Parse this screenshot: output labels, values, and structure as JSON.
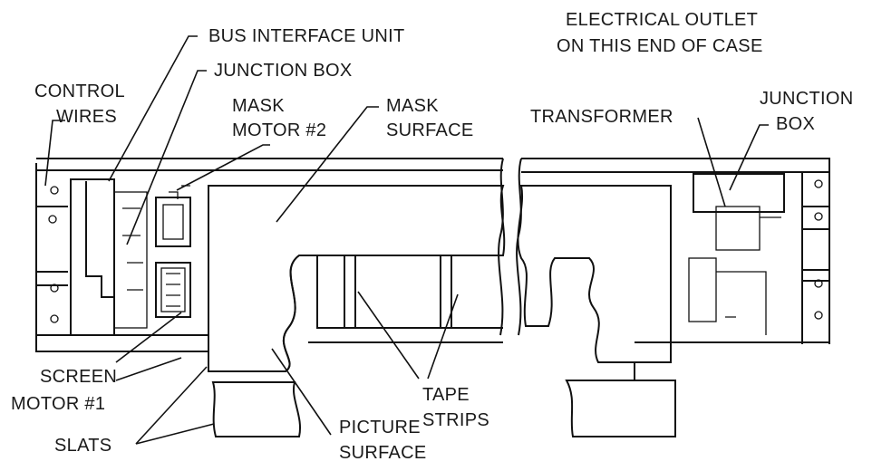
{
  "labels": {
    "bus_interface_unit": "BUS INTERFACE UNIT",
    "junction_box_left": "JUNCTION BOX",
    "control_wires": [
      "CONTROL",
      "WIRES"
    ],
    "mask_motor": [
      "MASK",
      "MOTOR #2"
    ],
    "mask_surface": [
      "MASK",
      "SURFACE"
    ],
    "electrical_outlet": [
      "ELECTRICAL OUTLET",
      "ON THIS END OF CASE"
    ],
    "transformer": "TRANSFORMER",
    "junction_box_right": [
      "JUNCTION",
      "BOX"
    ],
    "screen_motor": [
      "SCREEN",
      "MOTOR #1"
    ],
    "tape_strips": [
      "TAPE",
      "STRIPS"
    ],
    "picture_surface": [
      "PICTURE",
      "SURFACE"
    ],
    "slats": "SLATS"
  }
}
